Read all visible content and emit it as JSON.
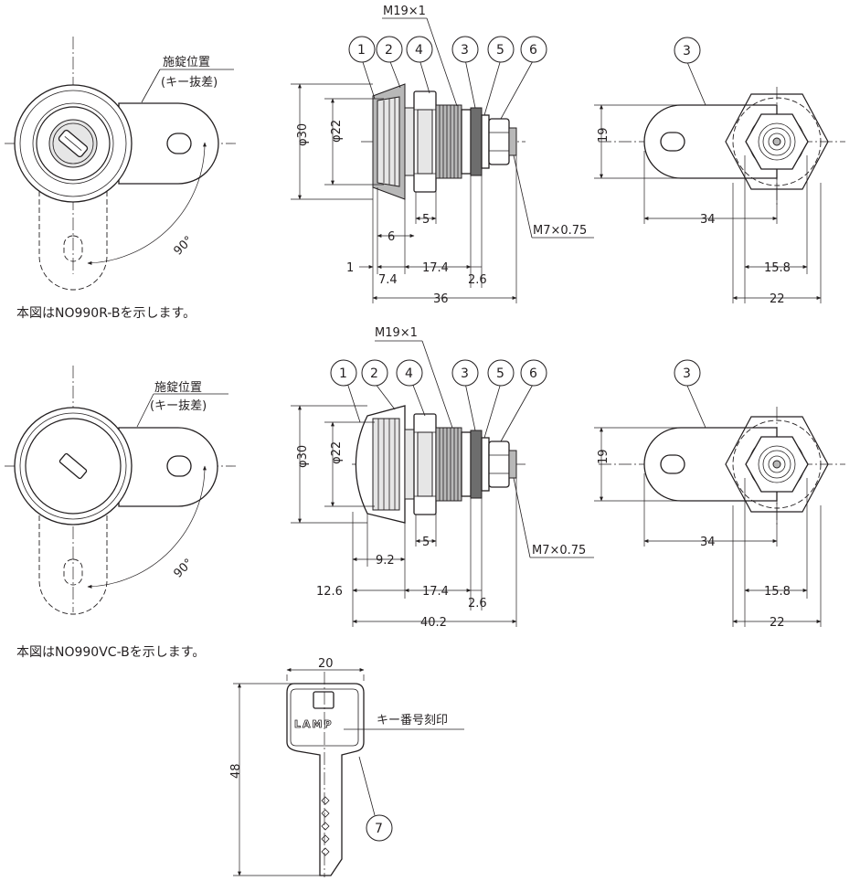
{
  "top": {
    "front_label": "施錠位置",
    "front_sub": "(キー抜差)",
    "angle": "90°",
    "caption": "本図はNO990R-Bを示します。",
    "callouts": [
      "1",
      "2",
      "4",
      "3",
      "5",
      "6"
    ],
    "thread": "M19×1",
    "nut_thread": "M7×0.75",
    "dims": {
      "d30": "φ30",
      "d22": "φ22",
      "d5": "5",
      "d6": "6",
      "d1": "1",
      "d7_4": "7.4",
      "d17_4": "17.4",
      "d2_6": "2.6",
      "d36": "36"
    },
    "rear": {
      "callout": "3",
      "h19": "19",
      "w34": "34",
      "w15_8": "15.8",
      "w22": "22"
    }
  },
  "bottom": {
    "front_label": "施錠位置",
    "front_sub": "(キー抜差)",
    "angle": "90°",
    "caption": "本図はNO990VC-Bを示します。",
    "callouts": [
      "1",
      "2",
      "4",
      "3",
      "5",
      "6"
    ],
    "thread": "M19×1",
    "nut_thread": "M7×0.75",
    "dims": {
      "d30": "φ30",
      "d22": "φ22",
      "d5": "5",
      "d9_2": "9.2",
      "d12_6": "12.6",
      "d17_4": "17.4",
      "d2_6": "2.6",
      "d40_2": "40.2"
    },
    "rear": {
      "callout": "3",
      "h19": "19",
      "w34": "34",
      "w15_8": "15.8",
      "w22": "22"
    }
  },
  "key": {
    "w20": "20",
    "h48": "48",
    "brand": "LAMP",
    "label": "キー番号刻印",
    "callout": "7"
  }
}
